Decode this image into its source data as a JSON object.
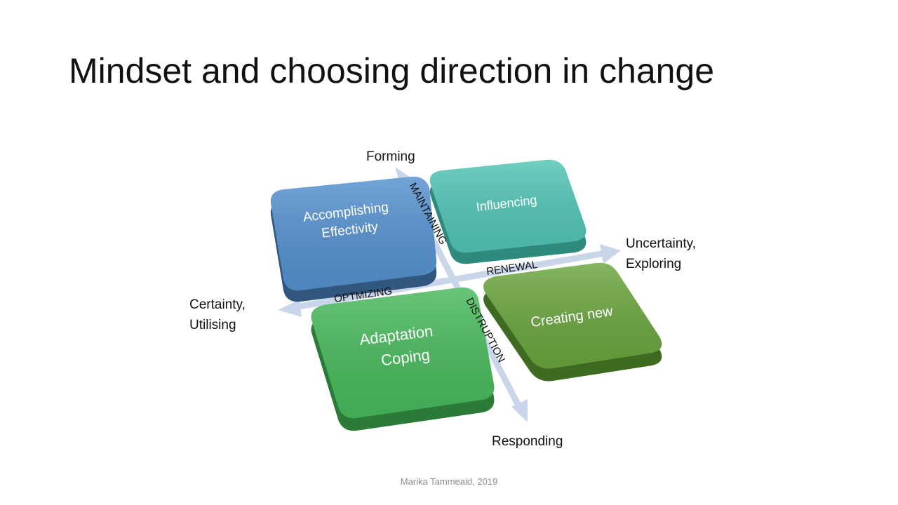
{
  "slide": {
    "title": "Mindset and choosing direction in change",
    "footer": "Marika Tammeaid, 2019"
  },
  "axes": {
    "top": "Forming",
    "bottom": "Responding",
    "left": [
      "Certainty,",
      "Utilising"
    ],
    "right": [
      "Uncertainty,",
      "Exploring"
    ]
  },
  "axis_labels": {
    "maintaining": "MAINTAINING",
    "renewal": "RENEWAL",
    "optimizing": "OPTMIZING",
    "distruption": "DISTRUPTION"
  },
  "quadrants": {
    "top_left": {
      "lines": [
        "Accomplishing",
        "Effectivity"
      ],
      "color": "#5591cf",
      "side": "#31577f"
    },
    "top_right": {
      "lines": [
        "Influencing"
      ],
      "color": "#52c4b4",
      "side": "#2e8a7d"
    },
    "bottom_left": {
      "lines": [
        "Adaptation",
        "Coping"
      ],
      "color": "#47b95b",
      "side": "#2b7a37"
    },
    "bottom_right": {
      "lines": [
        "Creating new"
      ],
      "color": "#6aa53e",
      "side": "#3f6a22"
    }
  },
  "colors": {
    "arrow": "#c9d6ea",
    "text": "#111111"
  }
}
